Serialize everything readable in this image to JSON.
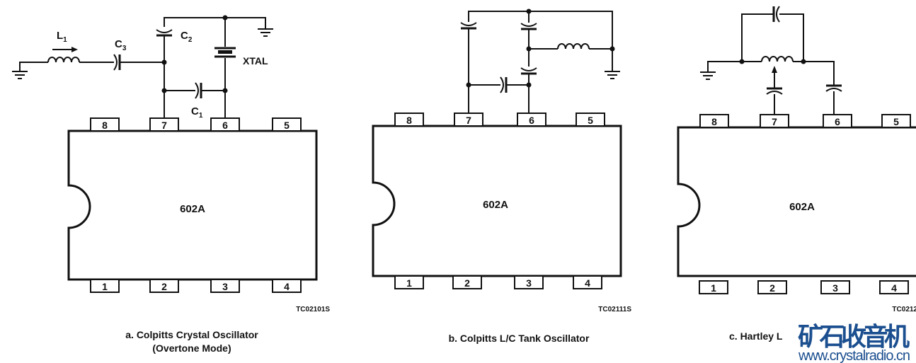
{
  "figures": [
    {
      "chip_label": "602A",
      "code": "TC02101S",
      "caption_line1": "a.  Colpitts Crystal Oscillator",
      "caption_line2": "(Overtone Mode)",
      "pins_top": [
        "8",
        "7",
        "6",
        "5"
      ],
      "pins_bottom": [
        "1",
        "2",
        "3",
        "4"
      ],
      "labels": {
        "L": "L",
        "L_sub": "1",
        "C3": "C",
        "C3_sub": "3",
        "C2": "C",
        "C2_sub": "2",
        "C1": "C",
        "C1_sub": "1",
        "xtal": "XTAL"
      }
    },
    {
      "chip_label": "602A",
      "code": "TC02111S",
      "caption_line1": "b.  Colpitts L/C Tank Oscillator",
      "pins_top": [
        "8",
        "7",
        "6",
        "5"
      ],
      "pins_bottom": [
        "1",
        "2",
        "3",
        "4"
      ]
    },
    {
      "chip_label": "602A",
      "code": "TC0212",
      "caption_line1": "c.  Hartley L",
      "pins_top": [
        "8",
        "7",
        "6",
        "5"
      ],
      "pins_bottom": [
        "1",
        "2",
        "3",
        "4"
      ]
    }
  ],
  "watermark": {
    "title": "矿石收音机",
    "url": "www.crystalradio.cn",
    "color": "#1b4f8f"
  }
}
